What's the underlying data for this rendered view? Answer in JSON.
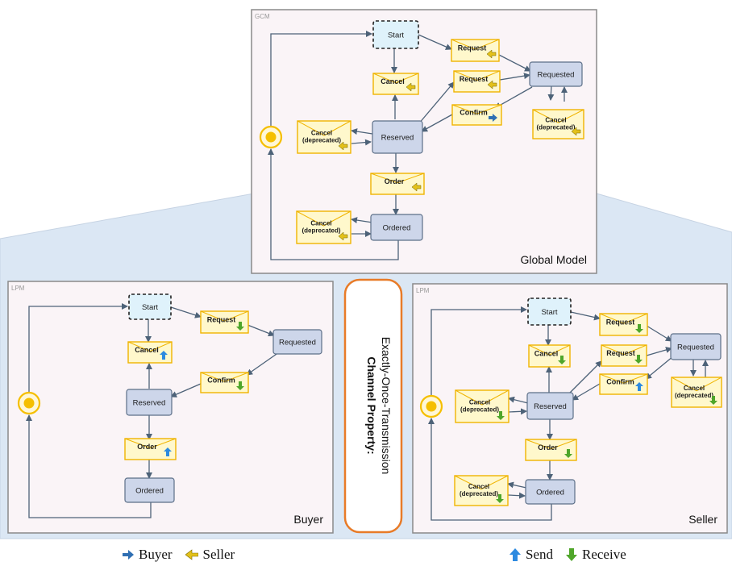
{
  "colors": {
    "state_fill": "#cdd6ea",
    "state_start_fill": "#dff2fb",
    "msg_fill": "#fff8cc",
    "msg_border": "#f0b400",
    "arrow": "#4d6278",
    "panel_bg": "#faf4f7",
    "panel_border": "#8a8a8a",
    "band_bg": "#dbe7f4",
    "buyer_arrow": "#2f6fb3",
    "seller_arrow": "#e3c11a",
    "send_icon": "#2d8ae0",
    "receive_icon": "#4fa62a",
    "channel_border": "#e87b28",
    "initial_outer": "#f5bf00"
  },
  "global": {
    "tag": "GCM",
    "label": "Global Model",
    "states": {
      "start": "Start",
      "requested": "Requested",
      "reserved": "Reserved",
      "ordered": "Ordered"
    },
    "messages": {
      "request1": "Request",
      "request2": "Request",
      "cancel": "Cancel",
      "confirm": "Confirm",
      "cancel_dep_right": "Cancel (deprecated)",
      "cancel_dep_left": "Cancel (deprecated)",
      "order": "Order",
      "cancel_dep_bottom": "Cancel (deprecated)"
    }
  },
  "buyer": {
    "tag": "LPM",
    "label": "Buyer",
    "states": {
      "start": "Start",
      "requested": "Requested",
      "reserved": "Reserved",
      "ordered": "Ordered"
    },
    "messages": {
      "request": "Request",
      "cancel": "Cancel",
      "confirm": "Confirm",
      "order": "Order"
    }
  },
  "seller": {
    "tag": "LPM",
    "label": "Seller",
    "states": {
      "start": "Start",
      "requested": "Requested",
      "reserved": "Reserved",
      "ordered": "Ordered"
    },
    "messages": {
      "request1": "Request",
      "request2": "Request",
      "cancel": "Cancel",
      "confirm": "Confirm",
      "cancel_dep_right": "Cancel (deprecated)",
      "cancel_dep_left": "Cancel (deprecated)",
      "order": "Order",
      "cancel_dep_bottom": "Cancel (deprecated)"
    }
  },
  "channel": {
    "title": "Channel Property:",
    "subtitle": "Exactly-Once-Transmission"
  },
  "legend": {
    "buyer": "Buyer",
    "seller": "Seller",
    "send": "Send",
    "receive": "Receive"
  }
}
